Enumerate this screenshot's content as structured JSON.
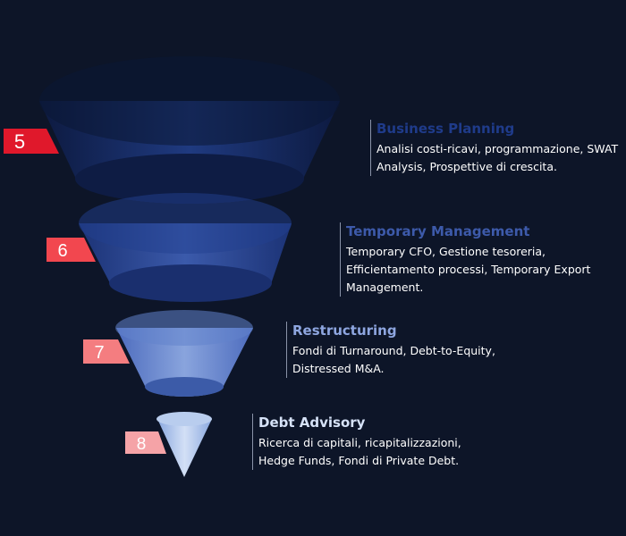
{
  "colors": {
    "background": "#0d1528",
    "stage_5_tab": "#e0182b",
    "stage_6_tab": "#f2474f",
    "stage_7_tab": "#f47d80",
    "stage_8_tab": "#f5a3a7"
  },
  "stages": [
    {
      "number": "5",
      "title": "Business Planning",
      "title_color": "#1f3b8a",
      "description": "Analisi costi-ricavi, programmazione, SWAT Analysis, Prospettive di crescita."
    },
    {
      "number": "6",
      "title": "Temporary Management",
      "title_color": "#3d5aaa",
      "description": "Temporary CFO, Gestione tesoreria, Efficientamento processi, Temporary Export Management."
    },
    {
      "number": "7",
      "title": "Restructuring",
      "title_color": "#8ea6e0",
      "description": "Fondi di Turnaround, Debt-to-Equity, Distressed M&A."
    },
    {
      "number": "8",
      "title": "Debt Advisory",
      "title_color": "#d6e2f7",
      "description": "Ricerca di capitali, ricapitalizzazioni, Hedge Funds, Fondi di Private Debt."
    }
  ]
}
